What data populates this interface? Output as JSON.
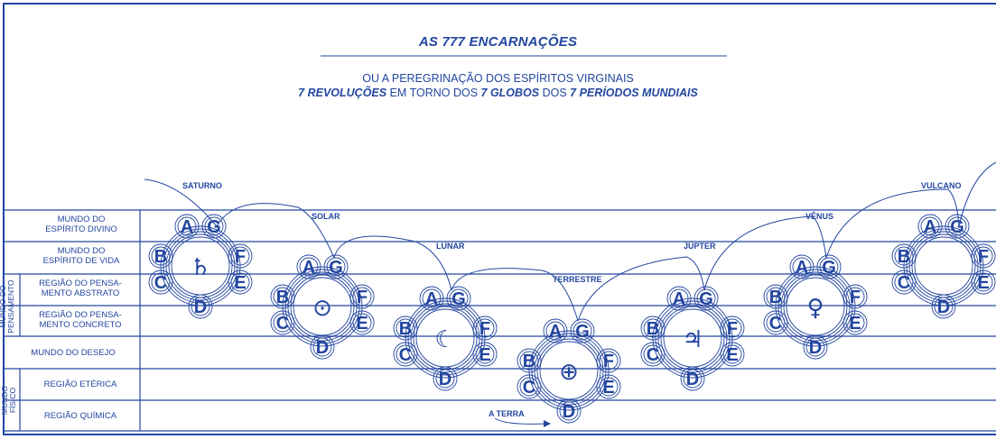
{
  "title": "AS 777 ENCARNAÇÕES",
  "subtitle_line1": "OU A PEREGRINAÇÃO DOS ESPÍRITOS VIRGINAIS",
  "subtitle_line2": {
    "part1": "7 REVOLUÇÕES",
    "part2": " EM TORNO DOS ",
    "part3": "7 GLOBOS",
    "part4": " DOS ",
    "part5": "7 PERÍODOS MUNDIAIS"
  },
  "rows": [
    {
      "label1": "MUNDO DO",
      "label2": "ESPÍRITO DIVINO"
    },
    {
      "label1": "MUNDO DO",
      "label2": "ESPÍRITO DE VIDA"
    },
    {
      "label1": "REGIÃO DO PENSA-",
      "label2": "MENTO ABSTRATO"
    },
    {
      "label1": "REGIÃO DO PENSA-",
      "label2": "MENTO CONCRETO"
    },
    {
      "label1": "MUNDO DO DESEJO",
      "label2": ""
    },
    {
      "label1": "REGIÃO ETÉRICA",
      "label2": ""
    },
    {
      "label1": "REGIÃO QUÍMICA",
      "label2": ""
    }
  ],
  "group_labels": {
    "pensamento": [
      "MUNDO DO",
      "PENSAMENTO"
    ],
    "fisico": [
      "MUNDO",
      "FÍSICO"
    ]
  },
  "periods": [
    {
      "name": "SATURNO",
      "symbol": "♄"
    },
    {
      "name": "SOLAR",
      "symbol": "⊙"
    },
    {
      "name": "LUNAR",
      "symbol": "☾"
    },
    {
      "name": "TERRESTRE",
      "symbol": "⊕"
    },
    {
      "name": "JÚPTER",
      "symbol": "♃"
    },
    {
      "name": "VÊNUS",
      "symbol": "♀"
    },
    {
      "name": "VULCANO",
      "symbol": ""
    }
  ],
  "globe_letters": [
    "A",
    "G",
    "B",
    "F",
    "C",
    "E",
    "D"
  ],
  "earth_label": "A TERRA",
  "colors": {
    "line": "#2346a0",
    "background": "#ffffff"
  }
}
